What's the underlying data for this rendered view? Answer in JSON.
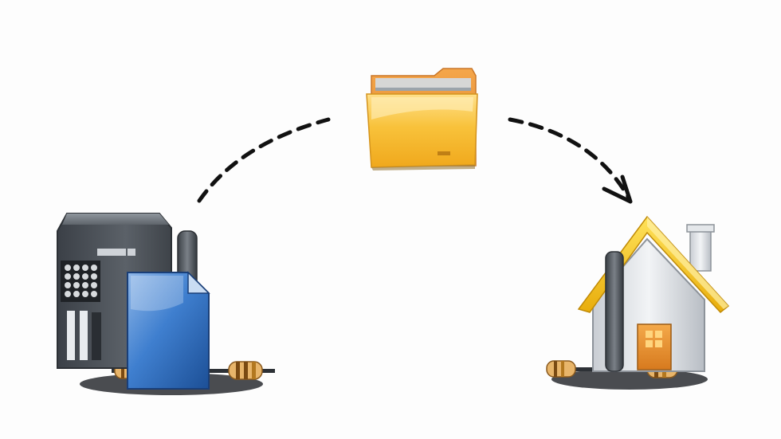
{
  "diagram": {
    "nodes": [
      {
        "id": "server",
        "icon": "server-with-document-icon"
      },
      {
        "id": "folder",
        "icon": "folder-icon"
      },
      {
        "id": "home",
        "icon": "house-icon"
      }
    ],
    "edges": [
      {
        "from": "server",
        "to": "folder",
        "style": "dashed",
        "arrowhead": false
      },
      {
        "from": "folder",
        "to": "home",
        "style": "dashed",
        "arrowhead": true
      }
    ]
  },
  "colors": {
    "background": "#fdfdfd",
    "dash": "#111111",
    "folder": "#f5b52e",
    "document": "#2f6fbf",
    "server": "#4a4f55",
    "roof": "#f4c21c",
    "wall": "#e6e9ee"
  }
}
